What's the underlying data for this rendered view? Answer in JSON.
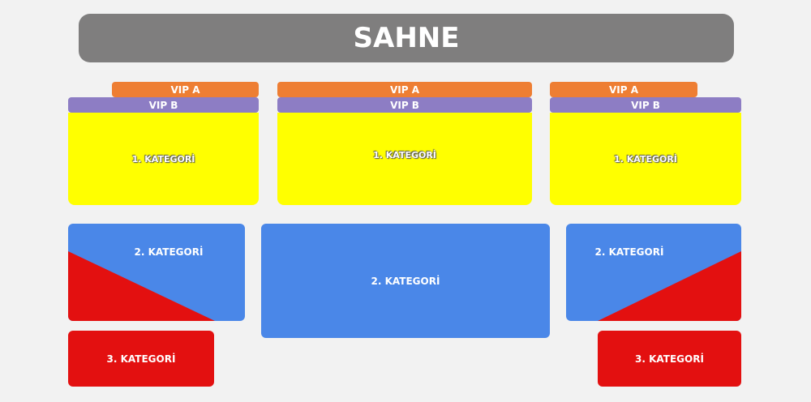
{
  "stage": "SAHNE",
  "vip_a": "VIP A",
  "vip_b": "VIP B",
  "cat1": "1. KATEGORİ",
  "cat2": "2. KATEGORİ",
  "cat3": "3. KATEGORİ",
  "colors": {
    "stage": "#7f7e7e",
    "vip_a": "#ee7e33",
    "vip_b": "#8d7dc4",
    "cat1": "#ffff00",
    "cat2": "#4a87e8",
    "cat3": "#e31010"
  }
}
